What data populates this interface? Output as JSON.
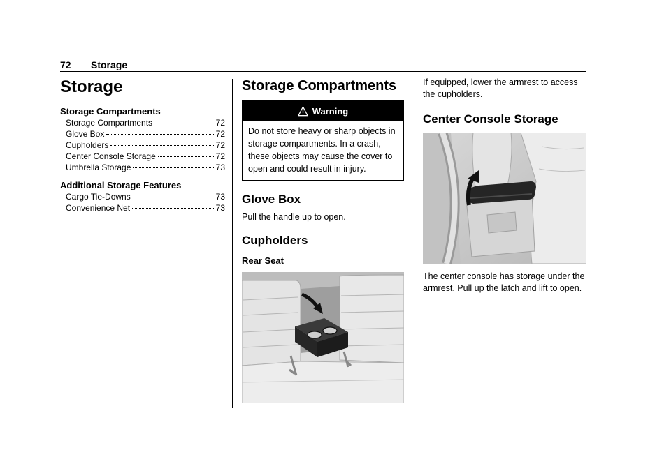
{
  "header": {
    "page_number": "72",
    "section": "Storage"
  },
  "toc": {
    "title": "Storage",
    "groups": [
      {
        "title": "Storage Compartments",
        "items": [
          {
            "label": "Storage Compartments",
            "page": "72"
          },
          {
            "label": "Glove Box",
            "page": "72"
          },
          {
            "label": "Cupholders",
            "page": "72"
          },
          {
            "label": "Center Console Storage",
            "page": "72"
          },
          {
            "label": "Umbrella Storage",
            "page": "73"
          }
        ]
      },
      {
        "title": "Additional Storage Features",
        "items": [
          {
            "label": "Cargo Tie-Downs",
            "page": "73"
          },
          {
            "label": "Convenience Net",
            "page": "73"
          }
        ]
      }
    ]
  },
  "main": {
    "heading": "Storage Compartments",
    "warning": {
      "title": "Warning",
      "text": "Do not store heavy or sharp objects in storage compartments. In a crash, these objects may cause the cover to open and could result in injury."
    },
    "glove_box": {
      "heading": "Glove Box",
      "text": "Pull the handle up to open."
    },
    "cupholders": {
      "heading": "Cupholders",
      "subheading": "Rear Seat"
    }
  },
  "right": {
    "cupholder_note": "If equipped, lower the armrest to access the cupholders.",
    "center_console": {
      "heading": "Center Console Storage",
      "text": "The center console has storage under the armrest. Pull up the latch and lift to open."
    }
  }
}
